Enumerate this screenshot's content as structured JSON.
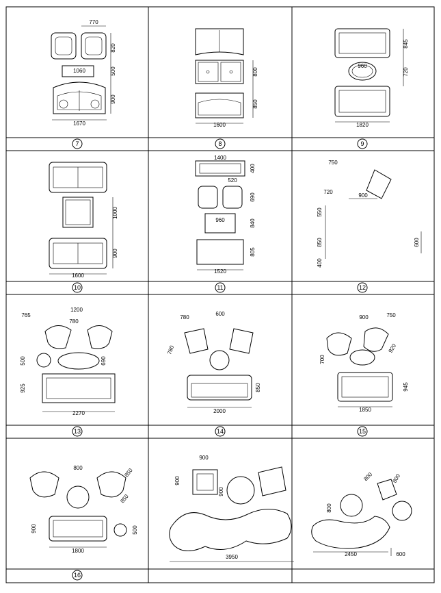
{
  "cells": [
    {
      "id": "7",
      "label": "7",
      "dims": [
        "770",
        "820",
        "1060",
        "500",
        "900",
        "1670"
      ]
    },
    {
      "id": "8",
      "label": "8",
      "dims": [
        "800",
        "850",
        "1600"
      ]
    },
    {
      "id": "9",
      "label": "9",
      "dims": [
        "845",
        "960",
        "720",
        "1820"
      ]
    },
    {
      "id": "10",
      "label": "10",
      "dims": [
        "1000",
        "900",
        "1600"
      ]
    },
    {
      "id": "11",
      "label": "11",
      "dims": [
        "1400",
        "400",
        "520",
        "690",
        "960",
        "840",
        "805",
        "1520"
      ]
    },
    {
      "id": "12",
      "label": "12",
      "dims": [
        "750",
        "720",
        "900",
        "550",
        "850",
        "400",
        "600"
      ]
    },
    {
      "id": "13",
      "label": "13",
      "dims": [
        "1200",
        "765",
        "780",
        "500",
        "690",
        "925",
        "2270"
      ]
    },
    {
      "id": "14",
      "label": "14",
      "dims": [
        "780",
        "600",
        "780",
        "850",
        "2000"
      ]
    },
    {
      "id": "15",
      "label": "15",
      "dims": [
        "900",
        "750",
        "920",
        "700",
        "945",
        "1850"
      ]
    },
    {
      "id": "16",
      "label": "16",
      "dims": [
        "800",
        "850",
        "850",
        "900",
        "500",
        "1800"
      ]
    },
    {
      "id": "17",
      "label": "",
      "dims": [
        "900",
        "900",
        "900",
        "3950"
      ]
    },
    {
      "id": "18",
      "label": "",
      "dims": [
        "800",
        "800",
        "800",
        "2450",
        "600"
      ]
    }
  ]
}
